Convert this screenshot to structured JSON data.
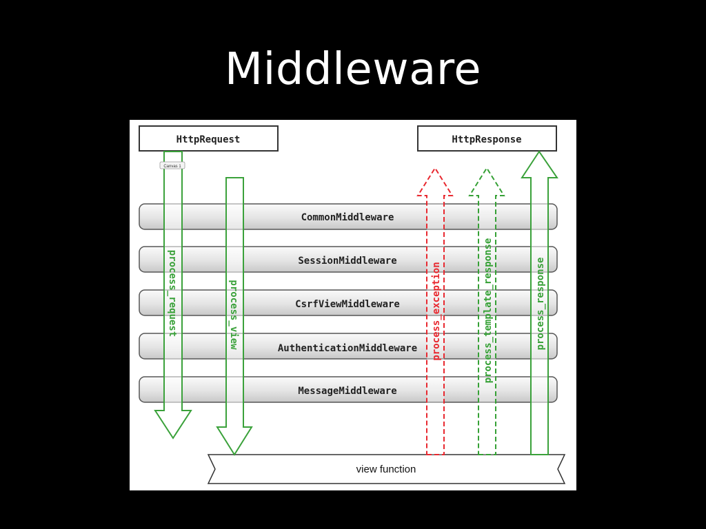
{
  "slide": {
    "title": "Middleware"
  },
  "diagram": {
    "request_box": "HttpRequest",
    "response_box": "HttpResponse",
    "canvas_tag": "Canvas 1",
    "layers": [
      "CommonMiddleware",
      "SessionMiddleware",
      "CsrfViewMiddleware",
      "AuthenticationMiddleware",
      "MessageMiddleware"
    ],
    "view_function": "view function",
    "arrows": {
      "process_request": "process_request",
      "process_view": "process_view",
      "process_exception": "process_exception",
      "process_template_response": "process_template_response",
      "process_response": "process_response"
    },
    "colors": {
      "solid_green": "#3aa13a",
      "dashed_red": "#e8282f",
      "dashed_green": "#35a035",
      "layer_fill": "#e6e6e6",
      "layer_stroke": "#555555"
    }
  }
}
